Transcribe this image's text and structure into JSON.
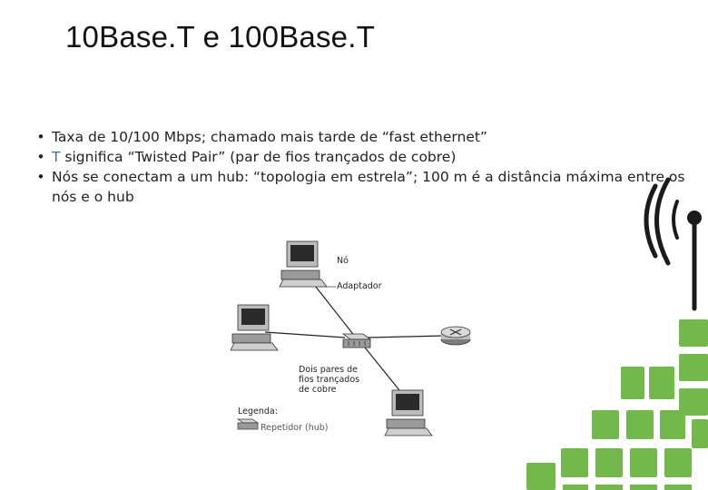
{
  "slide": {
    "title": "10Base.T e 100Base.T",
    "bullet_glyph": "•",
    "bullets": [
      {
        "text": "Taxa de 10/100 Mbps; chamado mais tarde de “fast ethernet”"
      },
      {
        "highlight": "T",
        "text": " significa “Twisted Pair” (par de fios trançados de cobre)"
      },
      {
        "text": "Nós se conectam a um hub: “topologia em estrela”; 100 m é a distância máxima entre os nós e o hub"
      }
    ]
  },
  "diagram": {
    "node_label": "Nó",
    "adapter_label": "Adaptador",
    "wire_label": "Dois pares de fios trançados de cobre",
    "legend_title": "Legenda:",
    "legend_item": "Repetidor (hub)"
  },
  "colors": {
    "accent_green": "#72b84a",
    "highlight_blue": "#2e6fb7"
  }
}
